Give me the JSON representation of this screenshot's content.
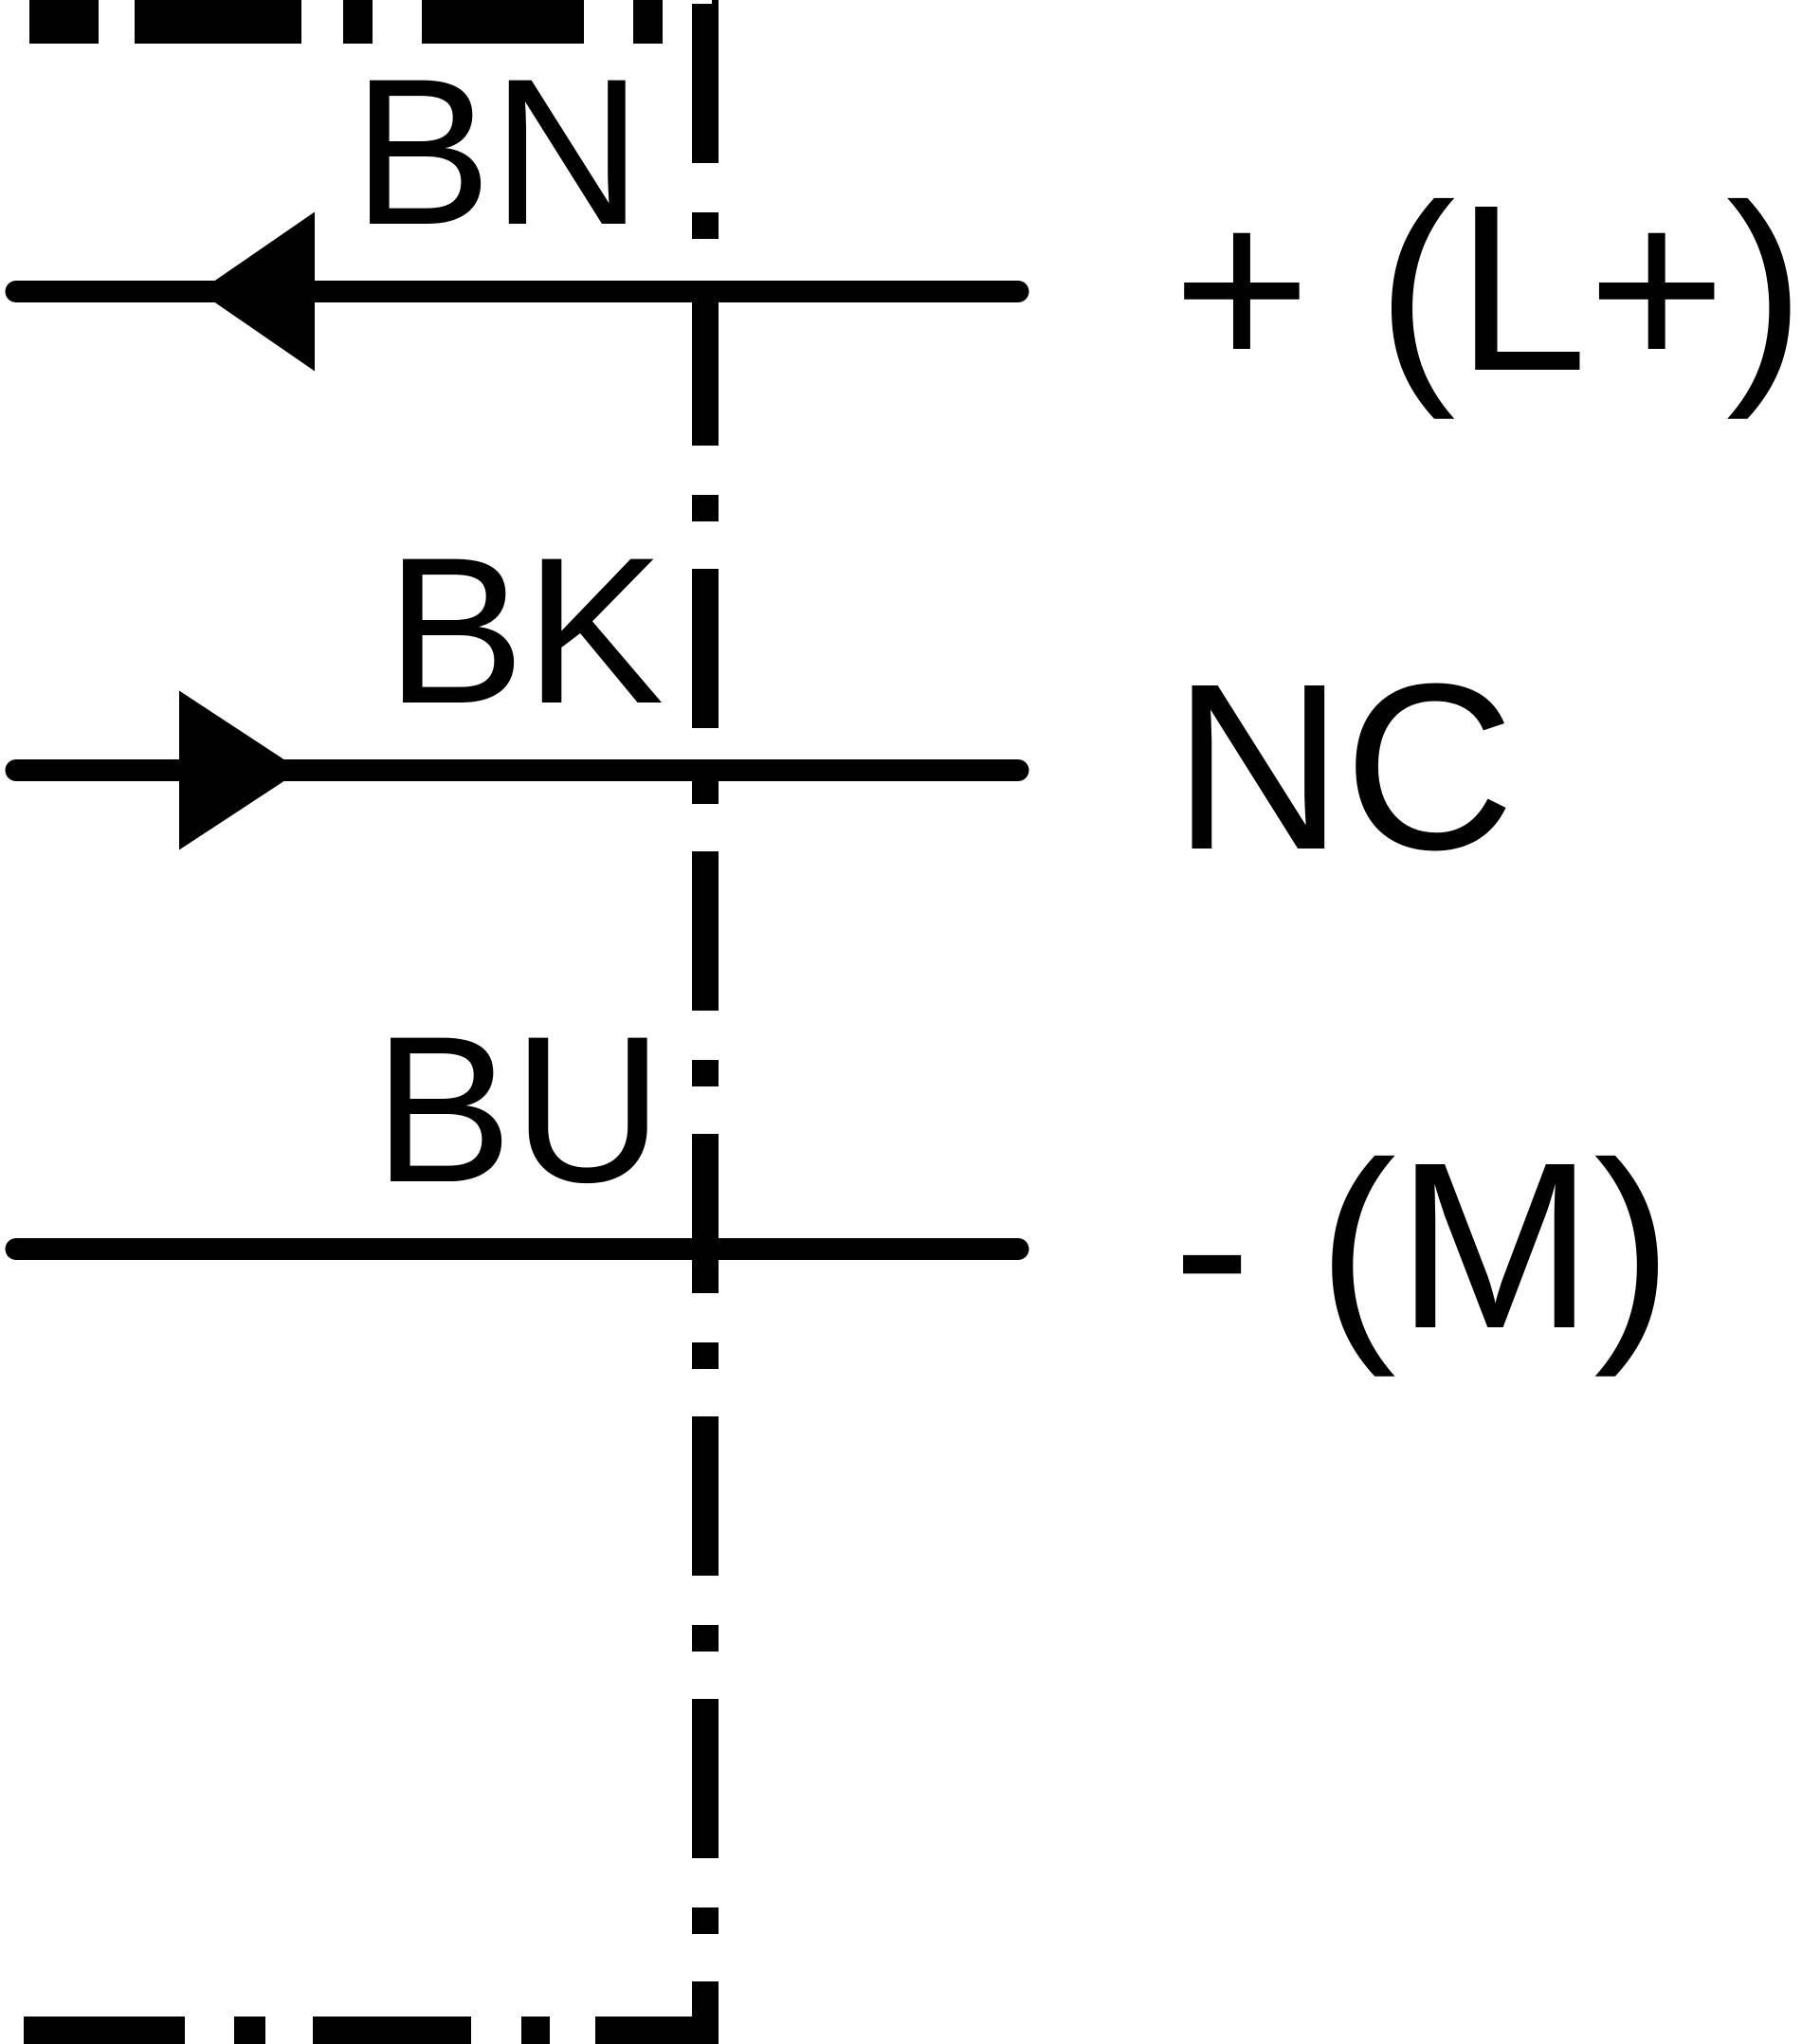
{
  "diagram": {
    "kind": "wiring-connection-diagram",
    "line_color": "#000000",
    "background_color": "#ffffff",
    "boundary_style": "dash-dot",
    "wires": [
      {
        "label": "BN",
        "terminal": "+ (L+)",
        "arrow_direction": "left"
      },
      {
        "label": "BK",
        "terminal": "NC",
        "arrow_direction": "right"
      },
      {
        "label": "BU",
        "terminal": "- (M)",
        "arrow_direction": "none"
      }
    ]
  }
}
